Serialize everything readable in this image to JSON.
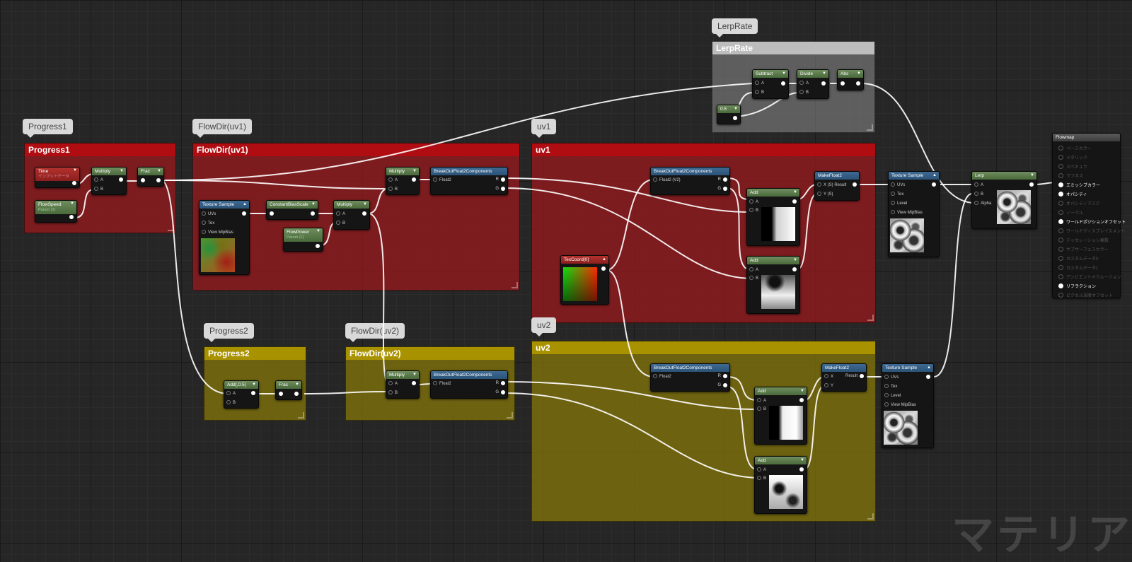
{
  "comments": {
    "lerprate": "LerpRate",
    "progress1": "Progress1",
    "flowdir_uv1": "FlowDir(uv1)",
    "uv1": "uv1",
    "progress2": "Progress2",
    "flowdir_uv2": "FlowDir(uv2)",
    "uv2": "uv2"
  },
  "nodes": {
    "subtract": "Subtract",
    "divide": "Divide",
    "abs": "Abs",
    "const_05": "0.5",
    "time": "Time",
    "time_sub": "インプットデータ",
    "multiply": "Multiply",
    "frac": "Frac",
    "flowspeed": "FlowSpeed",
    "param_sub": "Param (1)",
    "texture_sample": "Texture Sample",
    "constant_bias_scale": "ConstantBiasScale",
    "flowpower": "FlowPower",
    "breakout": "BreakOutFloat2Components",
    "makefloat2": "MakeFloat2",
    "add": "Add",
    "texcoord": "TexCoord[0]",
    "lerp": "Lerp",
    "add_05": "Add(,0.5)",
    "flowmap": "Flowmap"
  },
  "pins": {
    "a": "A",
    "b": "B",
    "alpha": "Alpha",
    "uvs": "UVs",
    "tex": "Tex",
    "level": "Level",
    "view_mip_bias": "View MipBias",
    "float2": "Float2",
    "float2_v2": "Float2 (V2)",
    "r": "R",
    "g": "G",
    "x": "X",
    "y": "Y",
    "x_s_result": "X (S) Result",
    "y_s": "Y (S)",
    "result": "Result"
  },
  "flowmap_outputs": [
    {
      "label": "ベースカラー",
      "active": false
    },
    {
      "label": "メタリック",
      "active": false
    },
    {
      "label": "スペキュラ",
      "active": false
    },
    {
      "label": "ラフネス",
      "active": false
    },
    {
      "label": "エミッシブカラー",
      "active": true
    },
    {
      "label": "オパシティ",
      "active": true
    },
    {
      "label": "オパシティマスク",
      "active": false
    },
    {
      "label": "ノーマル",
      "active": false
    },
    {
      "label": "ワールドポジションオフセット",
      "active": true
    },
    {
      "label": "ワールドディスプレイスメント",
      "active": false
    },
    {
      "label": "テッセレーション乗数",
      "active": false
    },
    {
      "label": "サブサーフェスカラー",
      "active": false
    },
    {
      "label": "カスタムデータ0",
      "active": false
    },
    {
      "label": "カスタムデータ1",
      "active": false
    },
    {
      "label": "アンビエントオクルージョン",
      "active": false
    },
    {
      "label": "リフラクション",
      "active": true
    },
    {
      "label": "ピクセル深度オフセット",
      "active": false
    }
  ],
  "watermark": "マテリア",
  "colors": {
    "comment_red": "#b00d12",
    "comment_yellow": "#a99200",
    "comment_gray": "#bdbdbd",
    "wire": "#ffffff"
  }
}
